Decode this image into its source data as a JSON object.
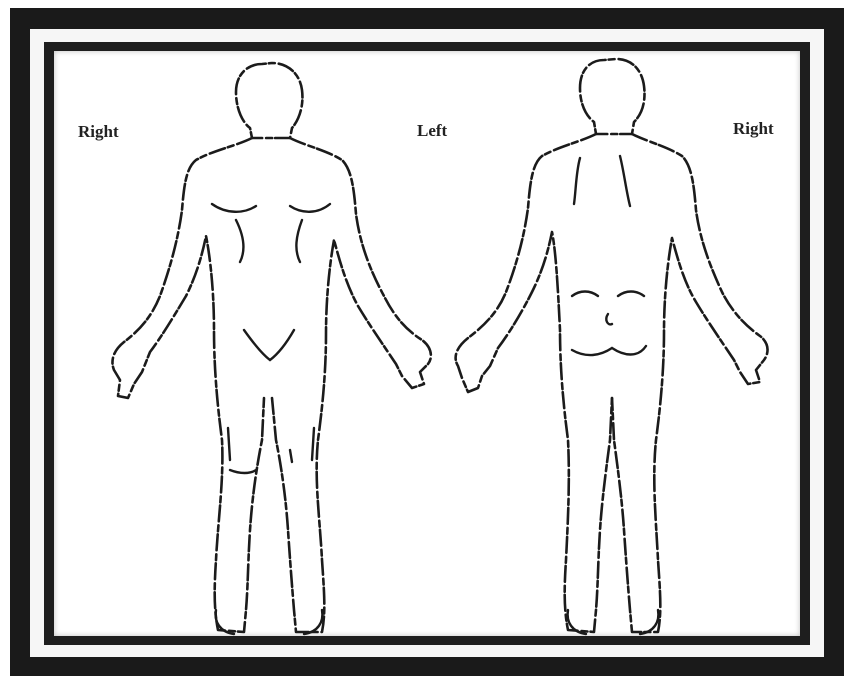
{
  "labels": {
    "front_right": "Right",
    "center_left": "Left",
    "back_right": "Right"
  },
  "colors": {
    "frame": "#1a1a1a",
    "mat": "#f6f6f6",
    "line": "#1b1b1b"
  }
}
